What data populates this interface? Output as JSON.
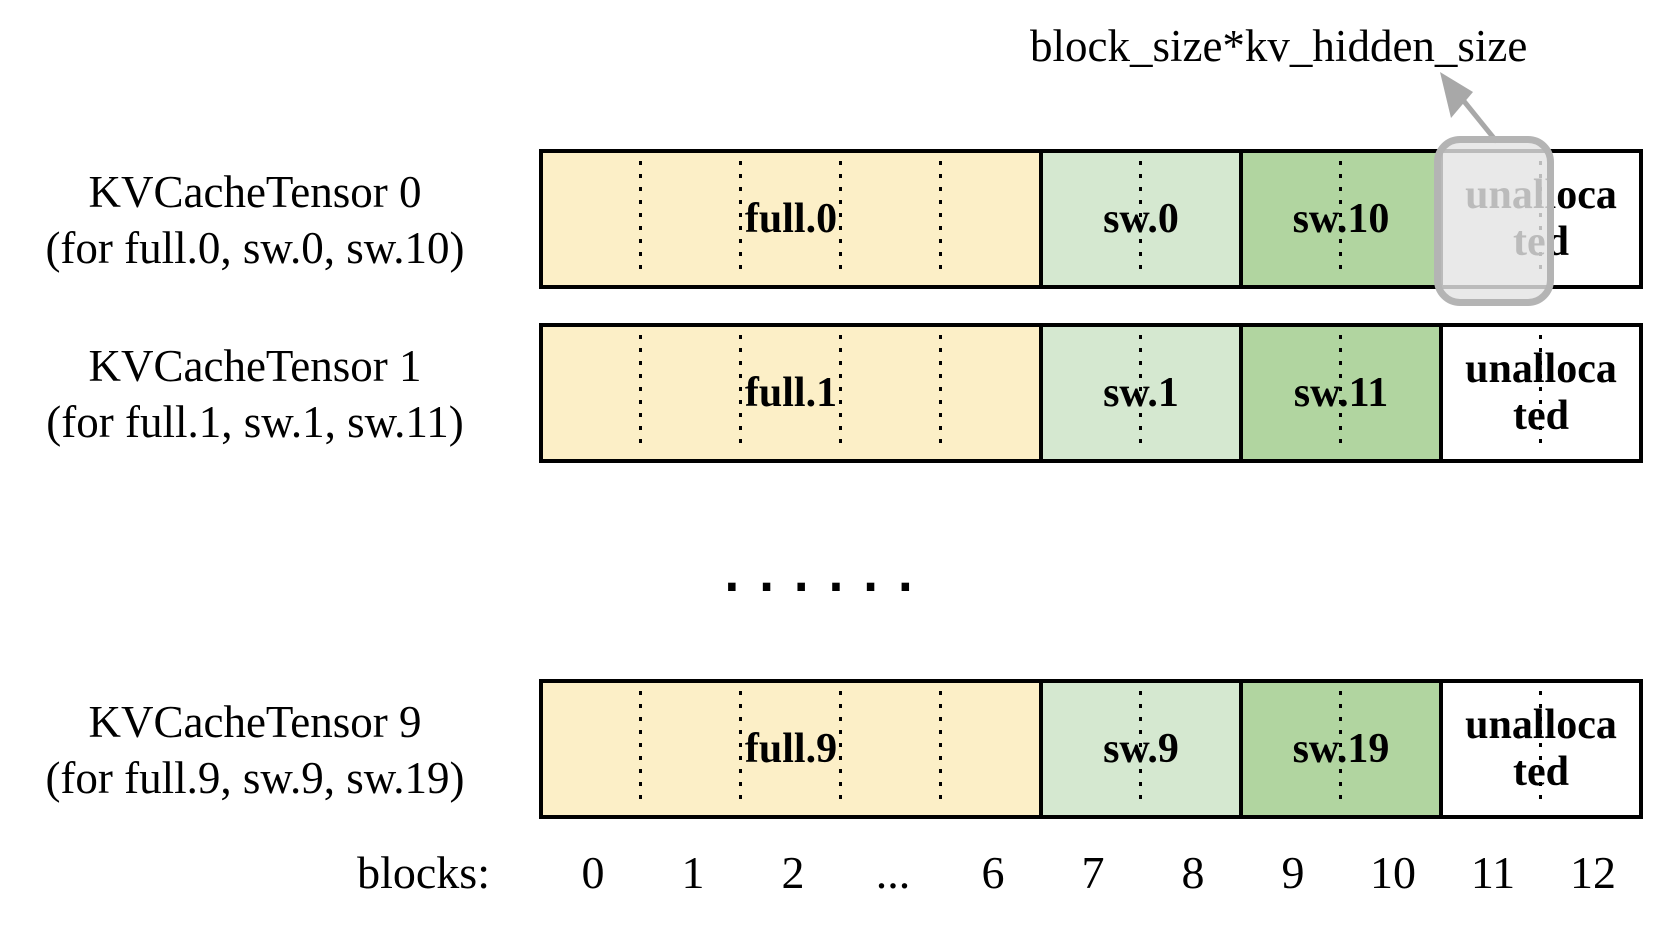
{
  "annotation": {
    "label": "block_size*kv_hidden_size"
  },
  "colors": {
    "full_section": "#FCEFC7",
    "sw_light_section": "#D5E8D0",
    "sw_dark_section": "#B1D5A0",
    "unallocated_section": "#FFFFFF",
    "outline": "#000000",
    "highlight_border": "#B4B4B4",
    "highlight_fill": "#E4E4E4",
    "arrow": "#A8A8A8"
  },
  "rows": [
    {
      "title": "KVCacheTensor 0",
      "subtitle": "(for full.0, sw.0, sw.10)",
      "full_label": "full.0",
      "sw_a_label": "sw.0",
      "sw_b_label": "sw.10",
      "unallocated_line1": "unalloca",
      "unallocated_line2": "ted"
    },
    {
      "title": "KVCacheTensor 1",
      "subtitle": "(for full.1, sw.1, sw.11)",
      "full_label": "full.1",
      "sw_a_label": "sw.1",
      "sw_b_label": "sw.11",
      "unallocated_line1": "unalloca",
      "unallocated_line2": "ted"
    },
    {
      "title": "KVCacheTensor 9",
      "subtitle": "(for full.9, sw.9, sw.19)",
      "full_label": "full.9",
      "sw_a_label": "sw.9",
      "sw_b_label": "sw.19",
      "unallocated_line1": "unalloca",
      "unallocated_line2": "ted"
    }
  ],
  "mid_ellipsis": "......",
  "axis": {
    "label": "blocks:",
    "ticks": [
      "0",
      "1",
      "2",
      "...",
      "6",
      "7",
      "8",
      "9",
      "10",
      "11",
      "12"
    ]
  }
}
